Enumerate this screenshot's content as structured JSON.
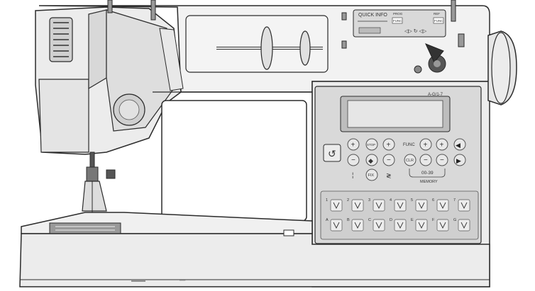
{
  "quick_info": {
    "title": "QUICK INFO",
    "prog_label": "PROG",
    "func_label": "FUNC",
    "ref_label": "REF",
    "ref_func_label": "FUNC"
  },
  "panel": {
    "mode_code": "A-G/1-7",
    "memory_range": "00-39",
    "memory_label": "MEMORY",
    "func_label": "FUNC",
    "clr_label": "CLR",
    "fix_label": "FIX",
    "stop_label": "STOP",
    "stitch_numbers": [
      "1",
      "2",
      "3",
      "4",
      "5",
      "6",
      "7"
    ],
    "stitch_letters": [
      "A",
      "B",
      "C",
      "D",
      "E",
      "F",
      "G"
    ]
  },
  "colors": {
    "body": "#ececec",
    "panel": "#d9d9d9",
    "screen": "#e6e6e6",
    "outline": "#2b2b2b",
    "dark": "#3a3a3a"
  }
}
